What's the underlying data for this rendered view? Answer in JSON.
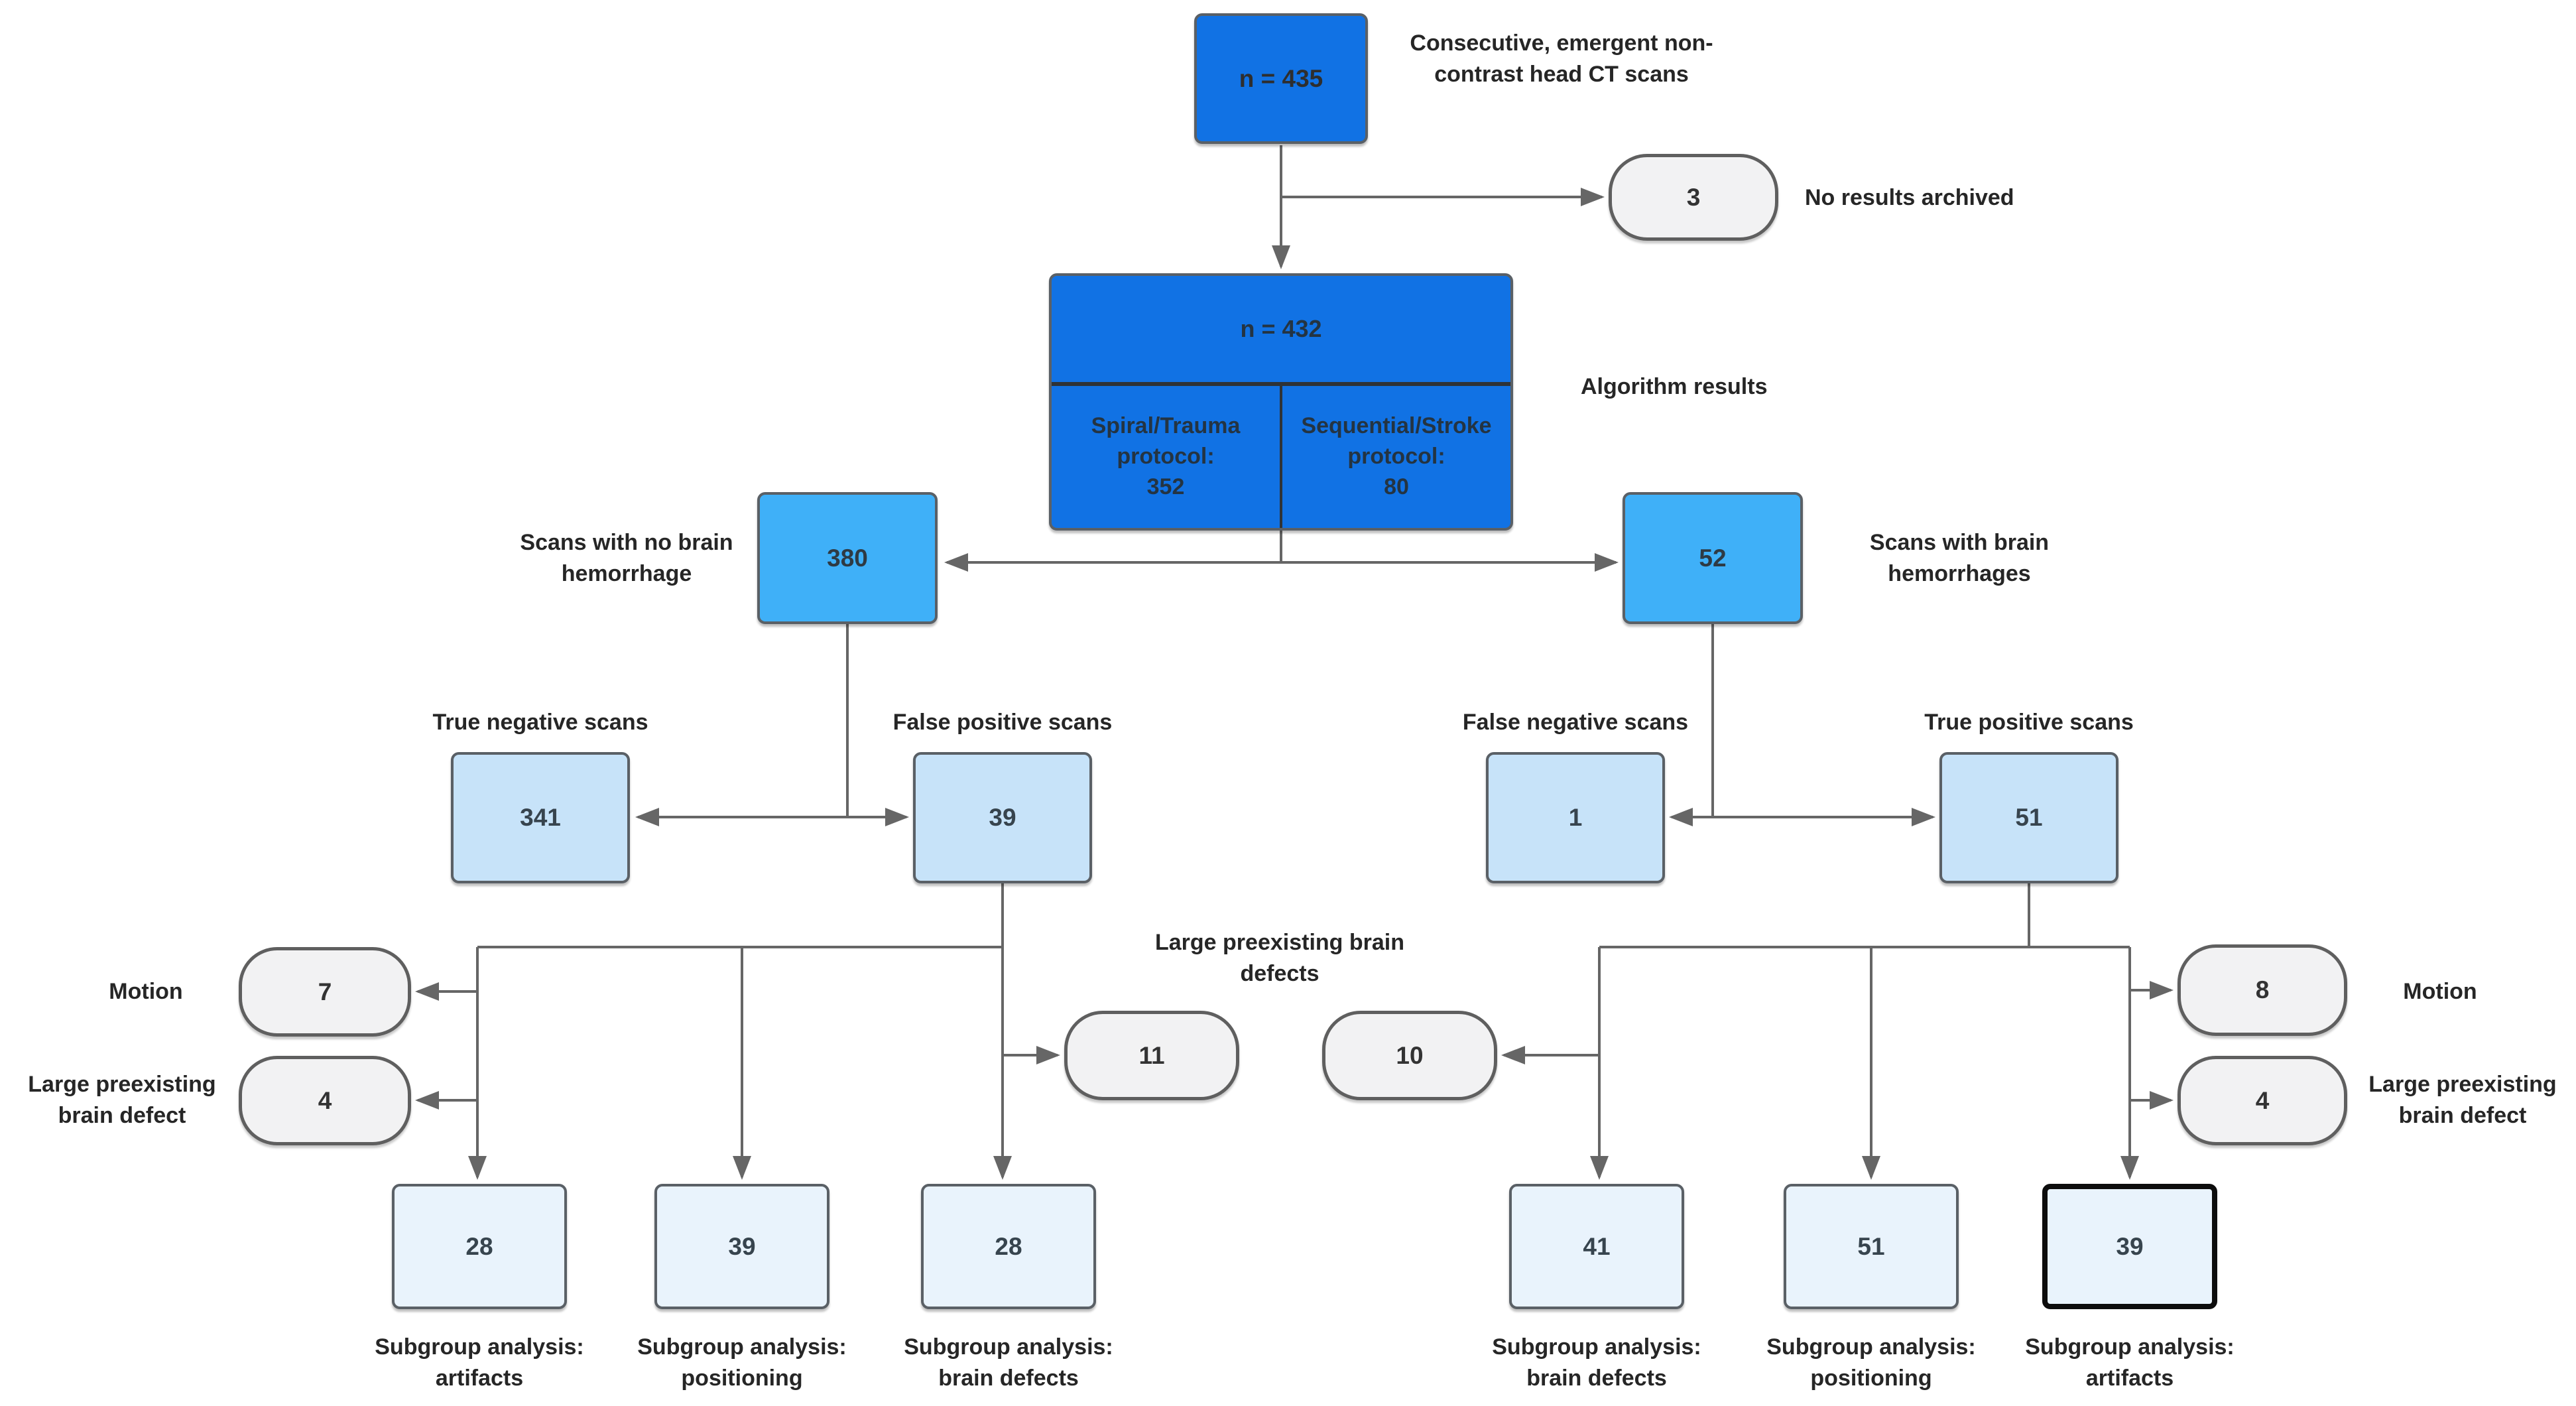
{
  "diagram": {
    "top": {
      "value": "n = 435",
      "side_label": "Consecutive, emergent non-contrast head CT scans"
    },
    "no_results": {
      "value": "3",
      "label": "No results archived"
    },
    "algorithm": {
      "value": "n = 432",
      "side_label": "Algorithm results",
      "spiral_label": "Spiral/Trauma protocol:",
      "spiral_value": "352",
      "sequential_label": "Sequential/Stroke protocol:",
      "sequential_value": "80"
    },
    "no_hemorrhage": {
      "value": "380",
      "label": "Scans with no brain hemorrhage"
    },
    "hemorrhage": {
      "value": "52",
      "label": "Scans with brain hemorrhages"
    },
    "true_negative": {
      "value": "341",
      "label": "True negative scans"
    },
    "false_positive": {
      "value": "39",
      "label": "False positive scans"
    },
    "false_negative": {
      "value": "1",
      "label": "False negative scans"
    },
    "true_positive": {
      "value": "51",
      "label": "True positive scans"
    },
    "fp_motion": {
      "value": "7",
      "label": "Motion"
    },
    "fp_large_defect": {
      "value": "4",
      "label": "Large preexisting brain defect"
    },
    "fp_large_defects": {
      "value": "11"
    },
    "tp_large_defects": {
      "value": "10"
    },
    "large_defects_label": "Large preexisting brain defects",
    "tp_motion": {
      "value": "8",
      "label": "Motion"
    },
    "tp_large_defect": {
      "value": "4",
      "label": "Large preexisting brain defect"
    },
    "subgroups_left": [
      {
        "value": "28",
        "label": "Subgroup analysis: artifacts"
      },
      {
        "value": "39",
        "label": "Subgroup analysis: positioning"
      },
      {
        "value": "28",
        "label": "Subgroup analysis: brain defects"
      }
    ],
    "subgroups_right": [
      {
        "value": "41",
        "label": "Subgroup analysis: brain defects"
      },
      {
        "value": "51",
        "label": "Subgroup analysis: positioning"
      },
      {
        "value": "39",
        "label": "Subgroup analysis: artifacts"
      }
    ],
    "colors": {
      "dark_blue": "#1172e4",
      "medium_blue": "#3fb0f8",
      "light_blue": "#c7e3f9",
      "pale_blue": "#e9f3fc",
      "pill_gray": "#f2f2f3",
      "line_gray": "#666666",
      "highlight_border": "#0d0d0d"
    }
  }
}
